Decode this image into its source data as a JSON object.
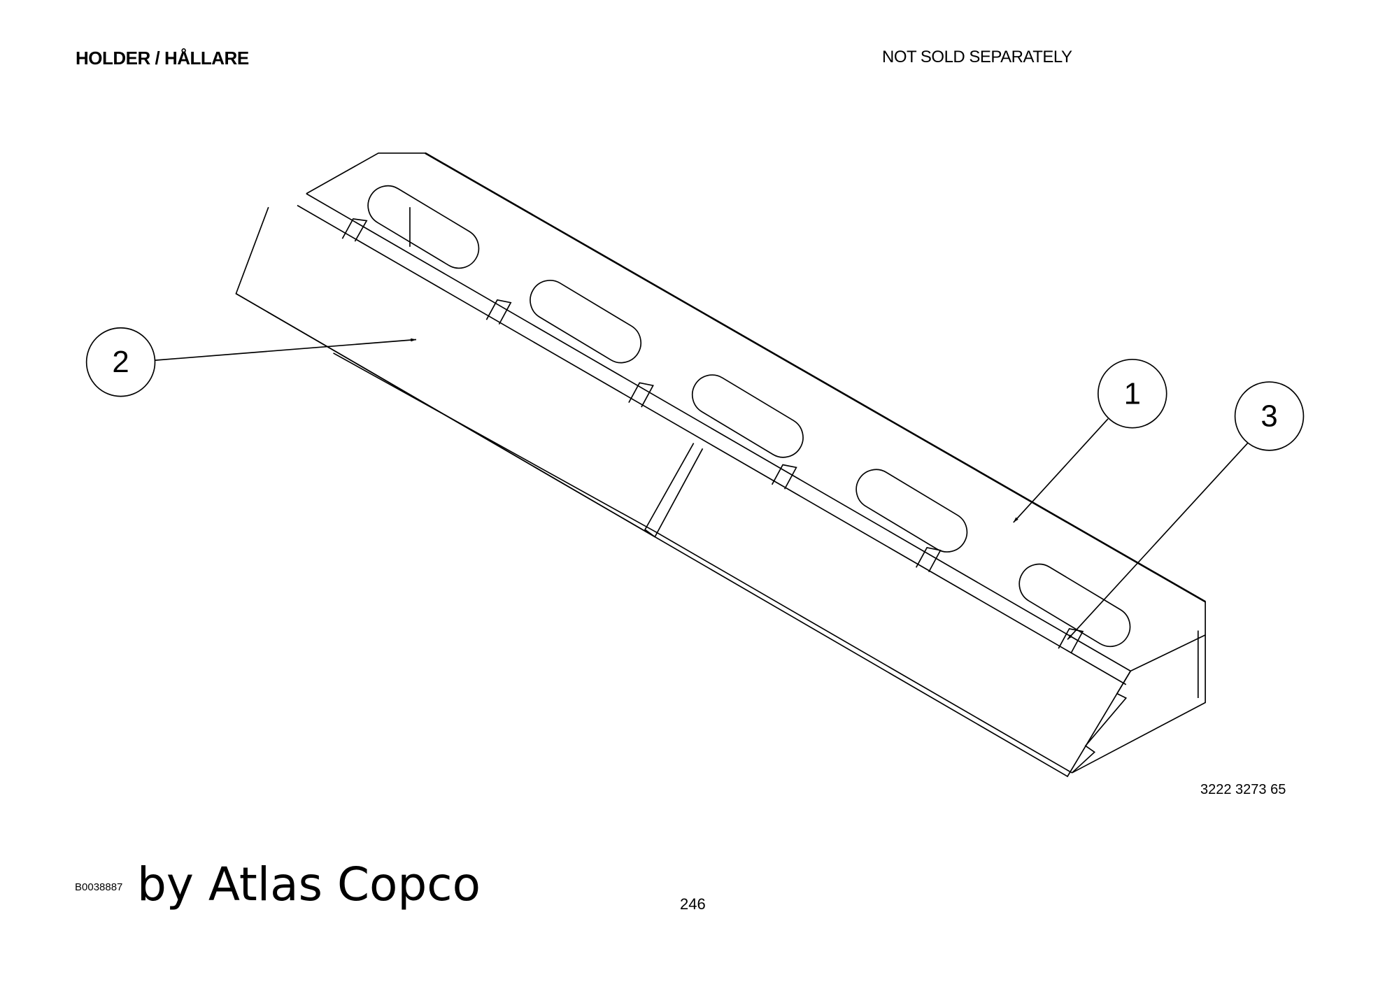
{
  "header": {
    "title": "HOLDER / HÅLLARE",
    "note": "NOT SOLD SEPARATELY"
  },
  "drawing": {
    "callouts": [
      {
        "label": "1"
      },
      {
        "label": "2"
      },
      {
        "label": "3"
      }
    ],
    "part_number": "3222 3273 65"
  },
  "footer": {
    "code": "B0038887",
    "brand": "by Atlas Copco",
    "page_number": "246"
  }
}
